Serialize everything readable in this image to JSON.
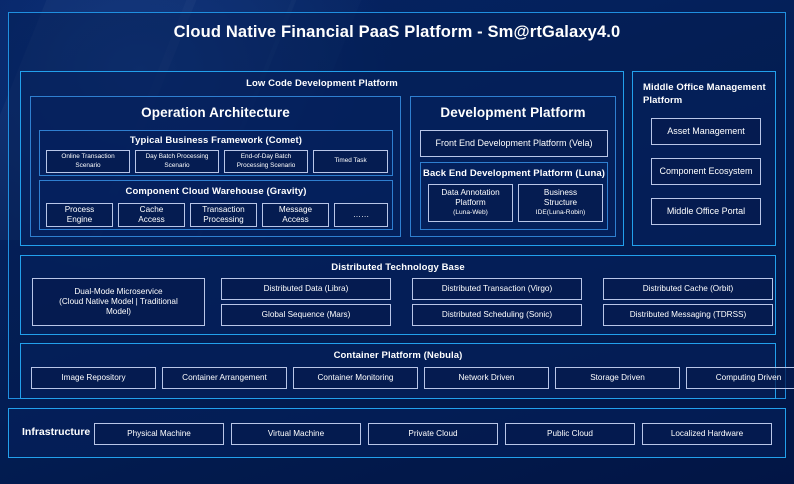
{
  "colors": {
    "background": "#04215c",
    "accent_cyan": "#22a0ec",
    "panel_border": "#2f7fd0",
    "chip_border": "#b9c6e8",
    "text": "#ffffff"
  },
  "header": {
    "title": "Cloud Native Financial PaaS Platform - Sm@rtGalaxy4.0"
  },
  "low_code": {
    "title": "Low Code Development Platform",
    "operation_architecture": {
      "title": "Operation Architecture",
      "typical_business_framework": {
        "title": "Typical Business Framework (Comet)",
        "items": [
          "Online Transaction Scenario",
          "Day Batch Processing Scenario",
          "End-of-Day Batch Processing Scenario",
          "Timed Task"
        ]
      },
      "component_cloud_warehouse": {
        "title": "Component Cloud Warehouse (Gravity)",
        "items": [
          {
            "line1": "Process",
            "line2": "Engine"
          },
          {
            "line1": "Cache",
            "line2": "Access"
          },
          {
            "line1": "Transaction",
            "line2": "Processing"
          },
          {
            "line1": "Message",
            "line2": "Access"
          },
          {
            "line1": "……",
            "line2": ""
          }
        ]
      }
    },
    "development_platform": {
      "title": "Development Platform",
      "front_end": "Front End Development Platform (Vela)",
      "back_end": {
        "title": "Back End Development Platform (Luna)",
        "items": [
          {
            "line1": "Data Annotation",
            "line2": "Platform",
            "line3": "(Luna-Web)"
          },
          {
            "line1": "Business",
            "line2": "Structure",
            "line3": "IDE(Luna-Robin)"
          }
        ]
      }
    }
  },
  "middle_office": {
    "title": "Middle Office Management Platform",
    "items": [
      "Asset Management",
      "Component Ecosystem",
      "Middle Office Portal"
    ]
  },
  "distributed_base": {
    "title": "Distributed Technology Base",
    "wide_item": {
      "line1": "Dual-Mode Microservice",
      "line2": "(Cloud Native Model | Traditional",
      "line3": "Model)"
    },
    "grid": [
      [
        "Distributed Data (Libra)",
        "Distributed Transaction (Virgo)",
        "Distributed Cache (Orbit)"
      ],
      [
        "Global Sequence (Mars)",
        "Distributed Scheduling (Sonic)",
        "Distributed Messaging (TDRSS)"
      ]
    ]
  },
  "container_platform": {
    "title": "Container Platform (Nebula)",
    "items": [
      "Image Repository",
      "Container Arrangement",
      "Container Monitoring",
      "Network Driven",
      "Storage Driven",
      "Computing Driven"
    ]
  },
  "infrastructure": {
    "label": "Infrastructure",
    "items": [
      "Physical Machine",
      "Virtual Machine",
      "Private Cloud",
      "Public Cloud",
      "Localized Hardware"
    ]
  }
}
